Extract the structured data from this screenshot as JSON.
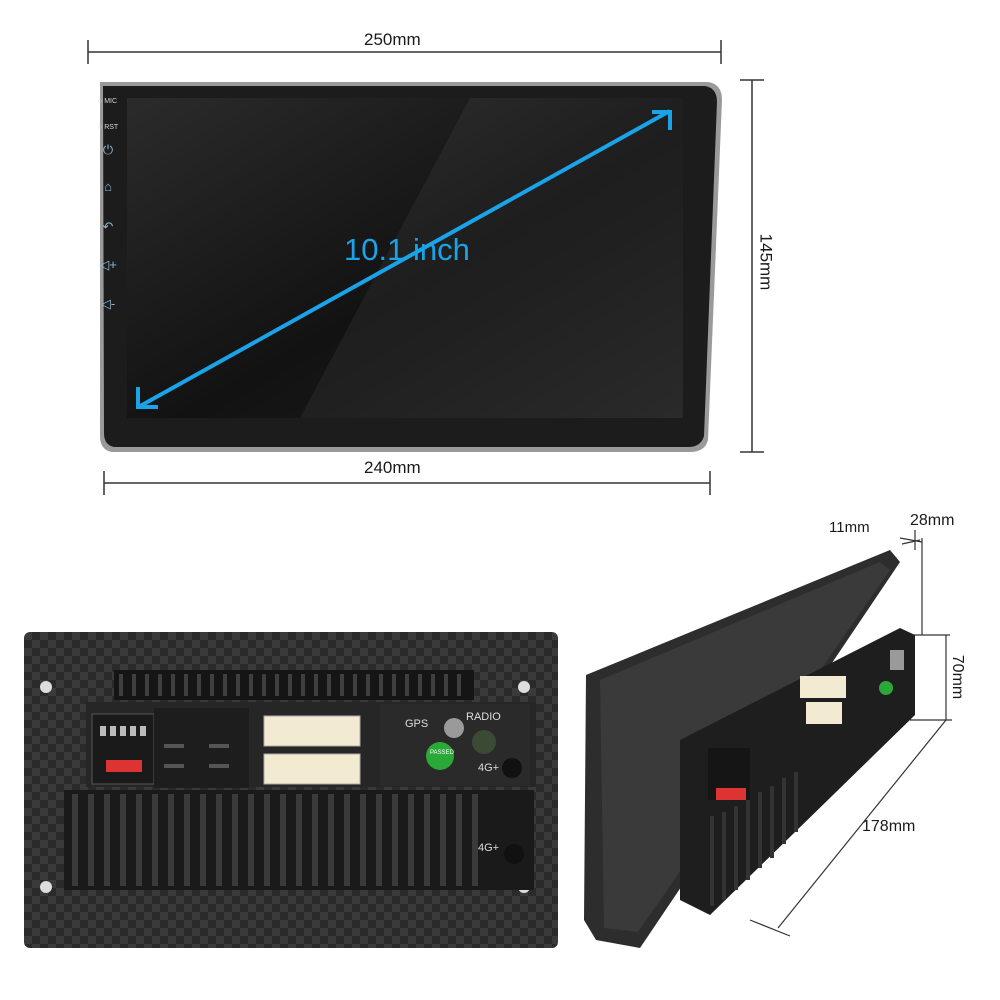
{
  "dimensions": {
    "front_width_outer": "250mm",
    "front_width_inner": "240mm",
    "front_height": "145mm",
    "screen_diagonal": "10.1 inch",
    "side_offset": "11mm",
    "side_depth_top": "28mm",
    "chassis_height": "70mm",
    "chassis_depth": "178mm"
  },
  "front_panel": {
    "mic_label": "MIC",
    "rst_label": "RST",
    "buttons": [
      "power-icon",
      "home-icon",
      "back-icon",
      "volume-up-icon",
      "volume-down-icon"
    ]
  },
  "back_panel": {
    "gps_label": "GPS",
    "radio_label": "RADIO",
    "fourg_label": "4G+",
    "fourg_label_lower": "4G+",
    "pass_badge": "PASSED"
  },
  "colors": {
    "accent_cyan": "#1aa3e8",
    "bezel_gray": "#9a9a9a",
    "screen_dark": "#151515",
    "carbon_dark": "#2a2a2a"
  }
}
